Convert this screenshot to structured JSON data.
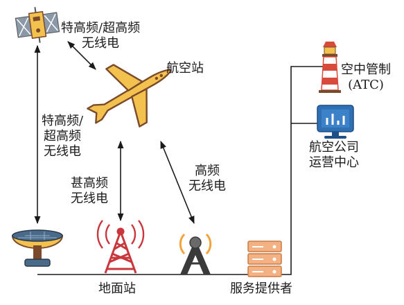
{
  "nodes": {
    "satellite": {
      "icon": "satellite-icon"
    },
    "aircraft": {
      "label": "航空站",
      "icon": "airplane-icon"
    },
    "ground_station": {
      "label": "地面站"
    },
    "dish": {
      "icon": "satellite-dish-icon"
    },
    "radio_tower": {
      "icon": "radio-tower-icon"
    },
    "cell_tower": {
      "icon": "cell-tower-icon"
    },
    "service_provider": {
      "label": "服务提供者",
      "icon": "server-rack-icon"
    },
    "atc": {
      "line1": "空中管制",
      "line2": "(ATC)",
      "icon": "lighthouse-icon"
    },
    "airline_ops": {
      "line1": "航空公司",
      "line2": "运营中心",
      "icon": "monitor-chart-icon"
    }
  },
  "links": {
    "sat_aircraft": {
      "line1": "特高频/超高频",
      "line2": "无线电"
    },
    "sat_ground": {
      "line1": "特高频/",
      "line2": "超高频",
      "line3": "无线电"
    },
    "vhf": {
      "line1": "甚高频",
      "line2": "无线电"
    },
    "hf": {
      "line1": "高频",
      "line2": "无线电"
    }
  },
  "colors": {
    "line": "#1a1a1a",
    "airplane_body": "#f2c14e",
    "airplane_outline": "#7a4a2a",
    "satellite_body": "#8a98a8",
    "tower_red": "#c9373c",
    "dish_yellow": "#f2c14e",
    "server_orange": "#f4b183",
    "monitor_blue": "#2f6fb3",
    "lighthouse_red": "#d84a3a"
  }
}
